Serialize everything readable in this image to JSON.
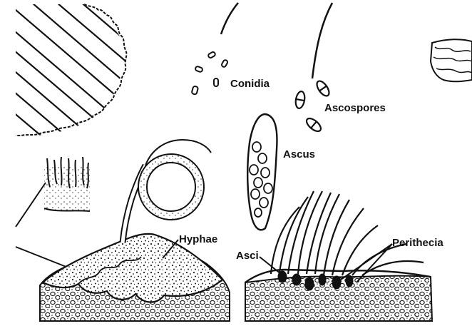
{
  "labels": {
    "conidia": "Conidia",
    "ascospores": "Ascospores",
    "ascus": "Ascus",
    "hyphae": "Hyphae",
    "asci": "Asci",
    "perithecia": "Perithecia"
  },
  "colors": {
    "ink": "#111111",
    "background": "#ffffff"
  }
}
